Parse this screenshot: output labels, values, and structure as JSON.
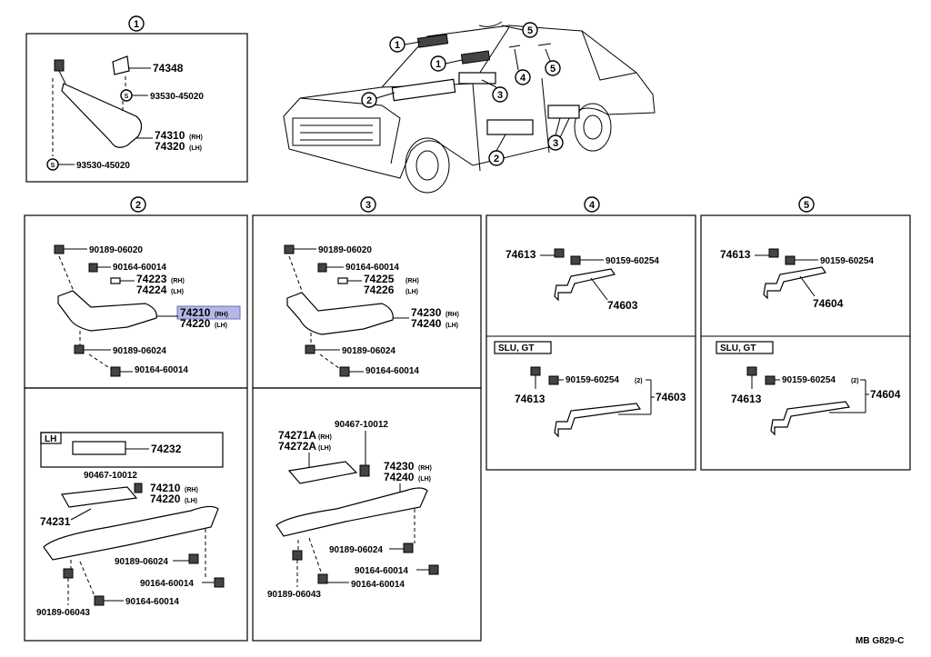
{
  "diagram": {
    "refs": [
      "1",
      "2",
      "3",
      "4",
      "5"
    ],
    "sec1": {
      "label": "1",
      "p74348": "74348",
      "s93530_a": "93530-45020",
      "p74310": "74310",
      "p74310_sfx": "(RH)",
      "p74320": "74320",
      "p74320_sfx": "(LH)",
      "s93530_b": "93530-45020",
      "s_mark": "S"
    },
    "sec2": {
      "label": "2",
      "p1": "90189-06020",
      "p2": "90164-60014",
      "p3": "74223",
      "p3_sfx": "(RH)",
      "p4": "74224",
      "p4_sfx": "(LH)",
      "p5": "74210",
      "p5_sfx": "(RH)",
      "p6": "74220",
      "p6_sfx": "(LH)",
      "p7": "90189-06024",
      "p8": "90164-60014"
    },
    "sec2b": {
      "lh": "LH",
      "p74232": "74232",
      "p90467": "90467-10012",
      "p74210": "74210",
      "p74210_sfx": "(RH)",
      "p74220": "74220",
      "p74220_sfx": "(LH)",
      "p74231": "74231",
      "p90189_24": "90189-06024",
      "p90164_a": "90164-60014",
      "p90164_b": "90164-60014",
      "p90189_43": "90189-06043"
    },
    "sec3": {
      "label": "3",
      "p1": "90189-06020",
      "p2": "90164-60014",
      "p3": "74225",
      "p3_sfx": "(RH)",
      "p4": "74226",
      "p4_sfx": "(LH)",
      "p5": "74230",
      "p5_sfx": "(RH)",
      "p6": "74240",
      "p6_sfx": "(LH)",
      "p7": "90189-06024",
      "p8": "90164-60014"
    },
    "sec3b": {
      "p74271a": "74271A",
      "p74271a_sfx": "(RH)",
      "p74272a": "74272A",
      "p74272a_sfx": "(LH)",
      "p90467": "90467-10012",
      "p74230": "74230",
      "p74230_sfx": "(RH)",
      "p74240": "74240",
      "p74240_sfx": "(LH)",
      "p90189_24": "90189-06024",
      "p90164_a": "90164-60014",
      "p90164_b": "90164-60014",
      "p90189_43": "90189-06043"
    },
    "sec4": {
      "label": "4",
      "p74613": "74613",
      "p90159": "90159-60254",
      "p74603": "74603",
      "variant": "SLU, GT",
      "v_p90159": "90159-60254",
      "v_qty": "(2)",
      "v_p74613": "74613",
      "v_p74603": "74603"
    },
    "sec5": {
      "label": "5",
      "p74613": "74613",
      "p90159": "90159-60254",
      "p74604": "74604",
      "variant": "SLU, GT",
      "v_p90159": "90159-60254",
      "v_qty": "(2)",
      "v_p74613": "74613",
      "v_p74604": "74604"
    },
    "footer": "MB G829-C"
  },
  "colors": {
    "highlight": "#b4b8e8",
    "line": "#000000",
    "background": "#ffffff"
  }
}
